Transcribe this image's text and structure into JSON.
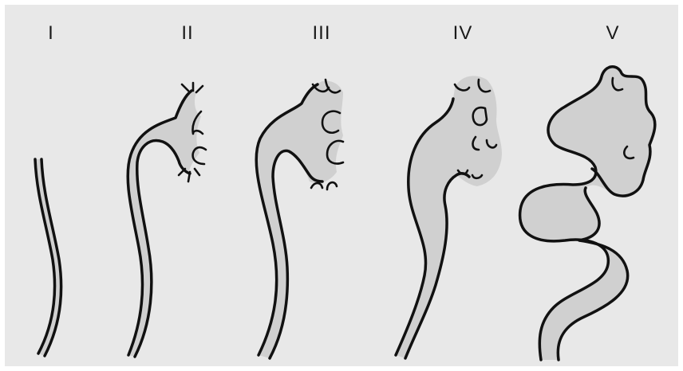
{
  "grades": [
    {
      "label": "I"
    },
    {
      "label": "II"
    },
    {
      "label": "III"
    },
    {
      "label": "IV"
    },
    {
      "label": "V"
    }
  ]
}
